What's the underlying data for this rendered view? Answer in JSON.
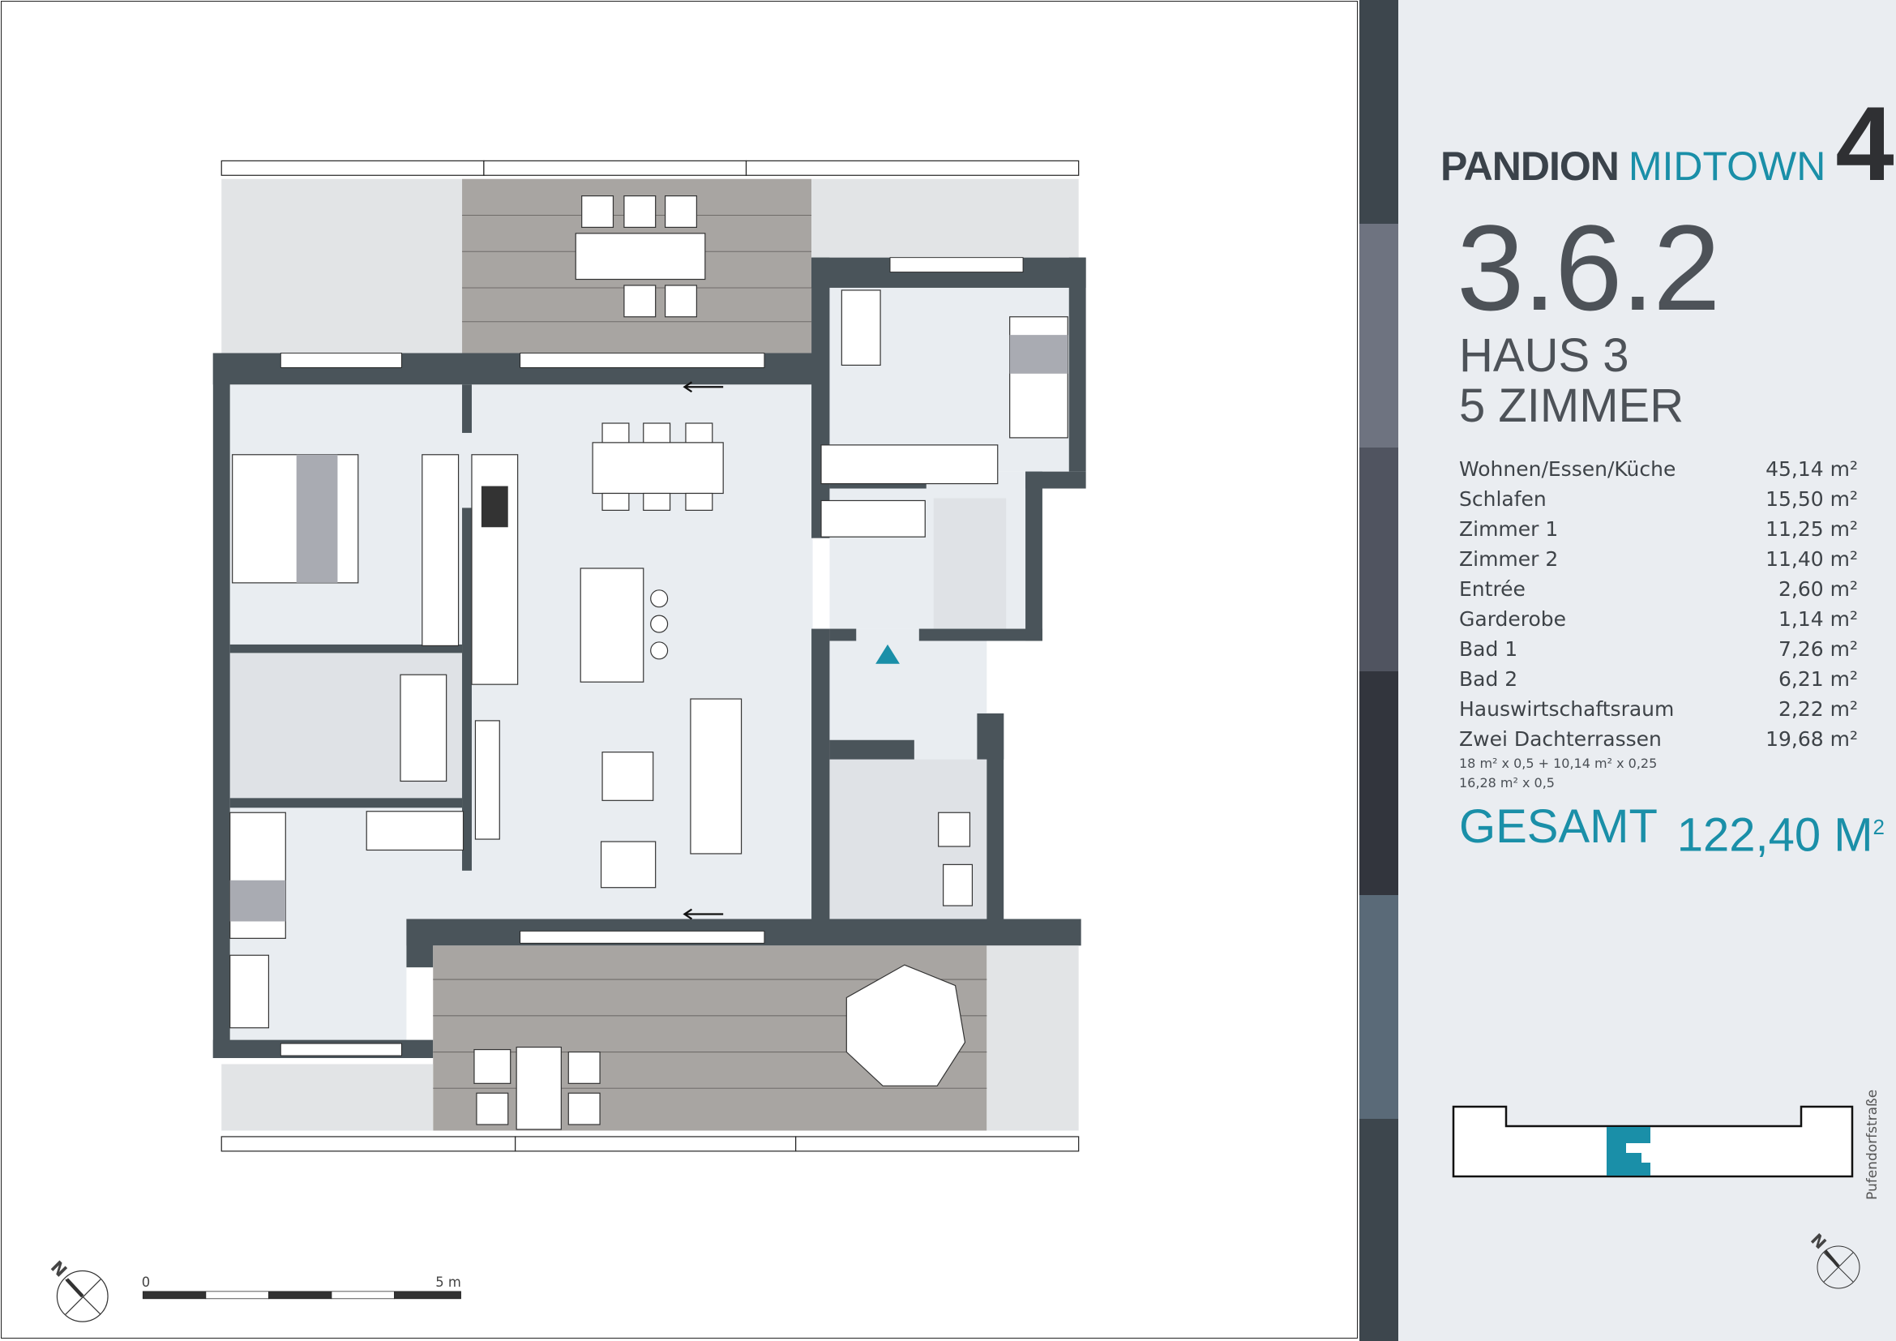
{
  "brand": {
    "name_bold": "PANDION",
    "name_light": "MIDTOWN",
    "number": "4",
    "accent": "#1a8fa8",
    "dark": "#3a424a"
  },
  "unit": {
    "number": "3.6.2",
    "house": "HAUS 3",
    "rooms": "5 ZIMMER"
  },
  "areas": [
    {
      "label": "Wohnen/Essen/Küche",
      "value": "45,14 m²"
    },
    {
      "label": "Schlafen",
      "value": "15,50 m²"
    },
    {
      "label": "Zimmer 1",
      "value": "11,25 m²"
    },
    {
      "label": "Zimmer 2",
      "value": "11,40 m²"
    },
    {
      "label": "Entrée",
      "value": "2,60 m²"
    },
    {
      "label": "Garderobe",
      "value": "1,14 m²"
    },
    {
      "label": "Bad 1",
      "value": "7,26 m²"
    },
    {
      "label": "Bad 2",
      "value": "6,21 m²"
    },
    {
      "label": "Hauswirtschaftsraum",
      "value": "2,22 m²"
    },
    {
      "label": "Zwei Dachterrassen",
      "value": "19,68 m²"
    }
  ],
  "terrace_notes": [
    "18 m² x 0,5 + 10,14 m² x 0,25",
    "16,28 m² x 0,5"
  ],
  "total": {
    "label": "GESAMT",
    "value": "122,40 M",
    "unit_sup": "2"
  },
  "site_plan": {
    "street": "Pufendorfstraße",
    "highlight_color": "#1a8fa8"
  },
  "scale_bar": {
    "start": "0",
    "end": "5 m"
  },
  "compass": {
    "label": "N",
    "icon": "north-arrow-icon"
  },
  "strip_colors": [
    "#3d464d",
    "#6e7380",
    "#505460",
    "#32353d",
    "#5a6a78",
    "#3d464d"
  ],
  "plan_colors": {
    "wall": "#4a545a",
    "floor": "#e9edf1",
    "terrace_tiles": "#a8a5a2",
    "gravel": "#e2e4e6",
    "bed_cover": "#a9abb2",
    "entrance_marker": "#1a8fa8"
  }
}
